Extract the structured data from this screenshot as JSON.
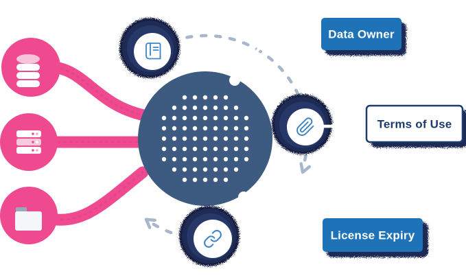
{
  "labels": {
    "data_owner": "Data Owner",
    "terms_of_use": "Terms of Use",
    "license_expiry": "License Expiry"
  },
  "diagram": {
    "hub": {
      "shape": "large dotted circle",
      "dot_rows": [
        5,
        7,
        9,
        9,
        9,
        9,
        9,
        7,
        5
      ]
    },
    "sources": [
      {
        "name": "database",
        "icon": "database-icon"
      },
      {
        "name": "server",
        "icon": "server-icon"
      },
      {
        "name": "folder",
        "icon": "folder-icon"
      }
    ],
    "satellites": [
      {
        "name": "book",
        "icon": "book-icon"
      },
      {
        "name": "paperclip",
        "icon": "paperclip-icon"
      },
      {
        "name": "link",
        "icon": "link-icon"
      }
    ],
    "orbit": {
      "style": "dashed circle with clockwise arrows"
    }
  },
  "colors": {
    "pink": "#ef4a90",
    "pink_dark": "#d63c86",
    "hub_navy": "#3d5a80",
    "ring_navy": "#1e2c55",
    "ring_inner": "#263768",
    "halo_navy": "#141f3f",
    "box_blue": "#1d72b8",
    "label_navy": "#1d3a6d",
    "icon_blue": "#3d85c6",
    "orbit_gray": "#a7b6ca",
    "white": "#ffffff"
  }
}
